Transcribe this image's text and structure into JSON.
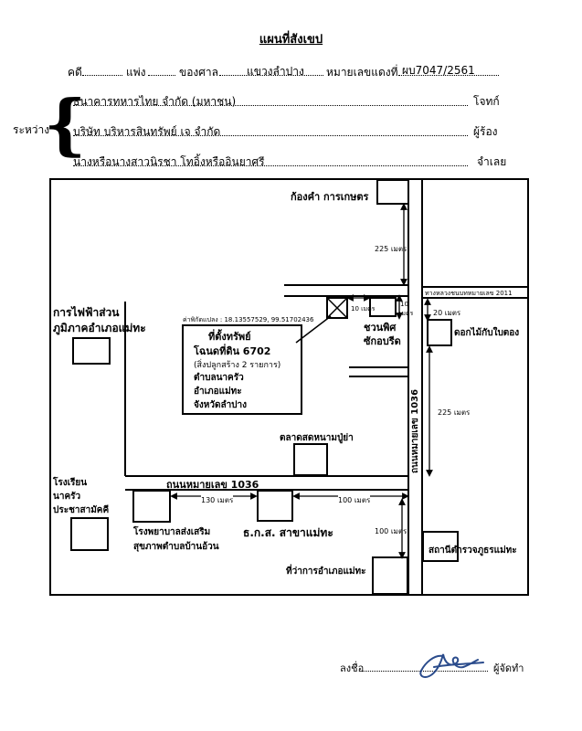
{
  "title": "แผนที่สังเขป",
  "case": {
    "case_label": "คดี",
    "type_label": "แพ่ง",
    "court_label": "ของศาล",
    "court_value": "แขวงลำปาง",
    "red_number_label": "หมายเลขแดงที่",
    "red_number_value": "ผบ7047/2561"
  },
  "parties": {
    "between_label": "ระหว่าง",
    "plaintiff": "ธนาคารทหารไทย จำกัด (มหาชน)",
    "plaintiff_role": "โจทก์",
    "petitioner": "บริษัท บริหารสินทรัพย์ เจ จำกัด",
    "petitioner_role": "ผู้ร้อง",
    "defendant": "นางหรือนางสาวนิรชา โทอิ้งหรืออินยาศรี",
    "defendant_role": "จำเลย"
  },
  "map": {
    "labels": {
      "kong_kham": "ก้องคำ การเกษตร",
      "dist_225_top": "225 เมตร",
      "highway_2011": "ทางหลวงชนบทหมายเลข 2011",
      "dist_10_a": "10 เมตร",
      "dist_10_b": "10",
      "dist_10_b2": "เมตร",
      "dist_20": "20 เมตร",
      "chuan_phit_1": "ชวนพิศ",
      "chuan_phit_2": "ซักอบรีด",
      "dok_mai": "ดอกไม้กับใบตอง",
      "coordinates": "ค่าพิกัดแปลง : 18.13557529, 99.51702436",
      "property_title": "ที่ตั้งทรัพย์",
      "property_deed": "โฉนดที่ดิน 6702",
      "property_building": "(สิ่งปลูกสร้าง 2 รายการ)",
      "property_subdistrict": "ตำบลนาครัว",
      "property_district": "อำเภอแม่ทะ",
      "property_province": "จังหวัดลำปาง",
      "electric_1": "การไฟฟ้าส่วน",
      "electric_2": "ภูมิภาคอำเภอแม่ทะ",
      "road_1036_vertical": "ถนนหมายเลข 1036",
      "dist_225_right": "225 เมตร",
      "market": "ตลาดสดหนามปู่ย่า",
      "road_1036_horizontal": "ถนนหมายเลข 1036",
      "school_1": "โรงเรียน",
      "school_2": "นาครัว",
      "school_3": "ประชาสามัคคี",
      "dist_130": "130 เมตร",
      "dist_100_h": "100 เมตร",
      "dist_100_v": "100 เมตร",
      "hospital_1": "โรงพยาบาลส่งเสริม",
      "hospital_2": "สุขภาพตำบลบ้านอ้วน",
      "baac": "ธ.ก.ส. สาขาแม่ทะ",
      "police": "สถานีตำรวจภูธรแม่ทะ",
      "district_office": "ที่ว่าการอำเภอแม่ทะ"
    }
  },
  "signature": {
    "sign_label": "ลงชื่อ",
    "role": "ผู้จัดทำ"
  }
}
